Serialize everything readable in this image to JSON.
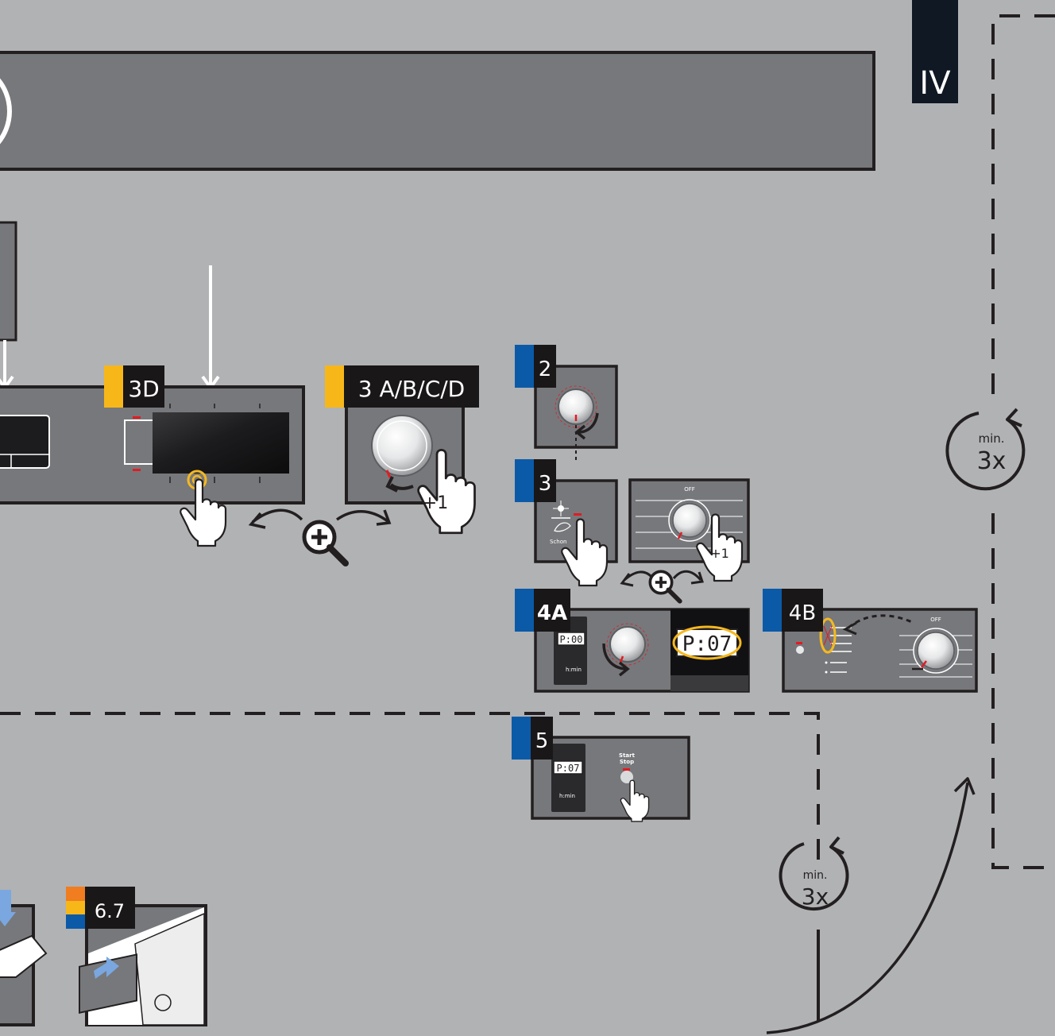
{
  "section": "IV",
  "repeat": {
    "prefix": "min.",
    "count": "3x"
  },
  "steps": {
    "s3d": "3D",
    "s3abcd": "3 A/B/C/D",
    "s2": "2",
    "s3": "3",
    "s4a": "4A",
    "s4b": "4B",
    "s5": "5",
    "s67": "6.7"
  },
  "labels": {
    "plus_one": "+1",
    "schon": "Schon",
    "off": "OFF",
    "start": "Start",
    "stop": "Stop",
    "hmin": "h:min"
  },
  "displays": {
    "p00": "P:00",
    "p07": "P:07"
  },
  "colors": {
    "background": "#b1b2b4",
    "panel": "#77787b",
    "outline": "#231f20",
    "blue": "#0b5aa8",
    "yellow": "#f7b719",
    "orange": "#f07d1f",
    "dark_tab": "#1a1718",
    "section_tab": "#0f1823",
    "highlight": "#f5b820",
    "red": "#e21b22"
  },
  "icons": [
    "magnifier-plus-icon",
    "hand-pointer-icon",
    "rotation-arrow-icon",
    "dial-knob-icon",
    "detergent-drawer-icon"
  ]
}
